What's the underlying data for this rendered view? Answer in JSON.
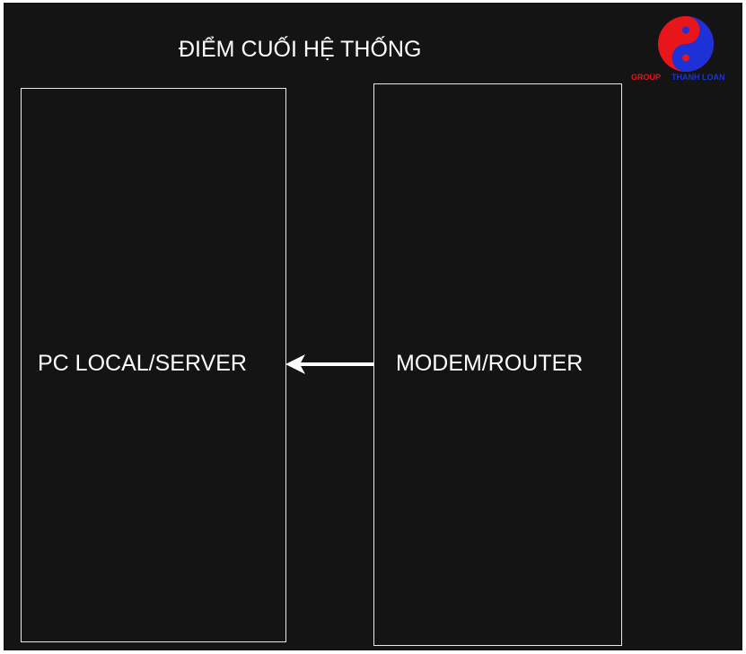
{
  "title": "ĐIỂM CUỐI HỆ THỐNG",
  "nodes": {
    "pc": "PC LOCAL/SERVER",
    "modem": "MODEM/ROUTER"
  },
  "edges": [
    {
      "from": "modem",
      "to": "pc"
    }
  ],
  "logo": {
    "group_text": "GROUP",
    "brand_text": "THANH LOAN",
    "icon": "yin-yang-icon",
    "colors": {
      "red": "#e8151b",
      "blue": "#1c32d6",
      "group_text": "#e8151b",
      "brand_text": "#1c32d6"
    }
  },
  "colors": {
    "background": "#141414",
    "foreground": "#ffffff"
  }
}
